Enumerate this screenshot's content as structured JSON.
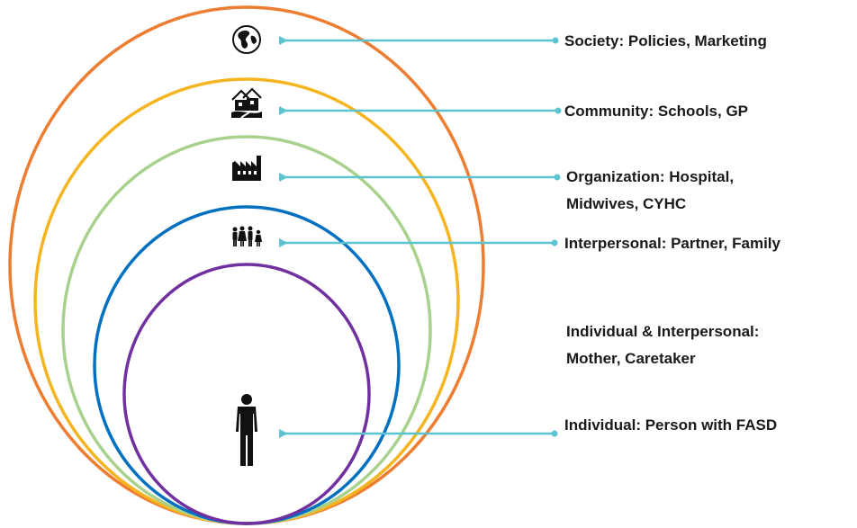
{
  "colors": {
    "society_ring": "#ED7D31",
    "community_ring": "#F5B520",
    "organization_ring": "#A9D18E",
    "interpersonal_ring": "#0070C0",
    "individual_ring": "#7030A0",
    "arrow": "#5BC4D0",
    "icon": "#111111",
    "text": "#1a1a1a"
  },
  "levels": [
    {
      "id": "society",
      "icon": "globe-icon",
      "label_lines": [
        "Society: Policies, Marketing"
      ]
    },
    {
      "id": "community",
      "icon": "houses-icon",
      "label_lines": [
        "Community: Schools, GP"
      ]
    },
    {
      "id": "organization",
      "icon": "factory-icon",
      "label_lines": [
        "Organization: Hospital,",
        "Midwives, CYHC"
      ]
    },
    {
      "id": "interpersonal",
      "icon": "family-icon",
      "label_lines": [
        "Interpersonal: Partner, Family"
      ]
    },
    {
      "id": "individual-interpersonal",
      "icon": "",
      "label_lines": [
        "Individual & Interpersonal:",
        "Mother, Caretaker"
      ]
    },
    {
      "id": "individual",
      "icon": "person-icon",
      "label_lines": [
        "Individual: Person with FASD"
      ]
    }
  ]
}
